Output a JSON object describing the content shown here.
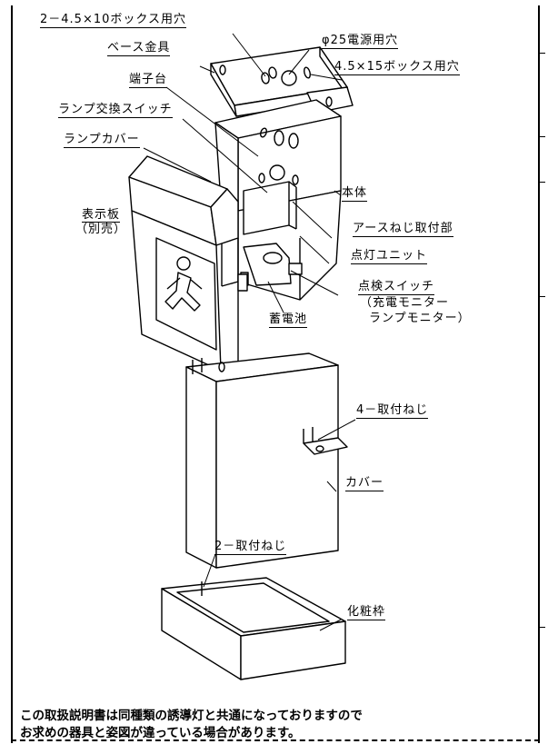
{
  "labels": {
    "box_holes_2": "2－4.5×10ボックス用穴",
    "base_bracket": "ベース金具",
    "power_hole": "φ25電源用穴",
    "box_holes_4": "4.5×15ボックス用穴",
    "terminal_block": "端子台",
    "lamp_switch": "ランプ交換スイッチ",
    "lamp_cover": "ランプカバー",
    "display_board_line1": "表示板",
    "display_board_line2": "（別売）",
    "body": "本体",
    "earth_screw": "アースねじ取付部",
    "lighting_unit": "点灯ユニット",
    "check_switch": "点検スイッチ",
    "check_switch_note1": "（充電モニター",
    "check_switch_note2": "ランプモニター）",
    "battery": "蓄電池",
    "mount_screw_4": "4－取付ねじ",
    "cover": "カバー",
    "mount_screw_2": "2－取付ねじ",
    "trim_frame": "化粧枠"
  },
  "notice": {
    "line1": "この取扱説明書は同種類の誘導灯と共通になっておりますので",
    "line2": "お求めの器具と姿図が違っている場合があります。"
  }
}
